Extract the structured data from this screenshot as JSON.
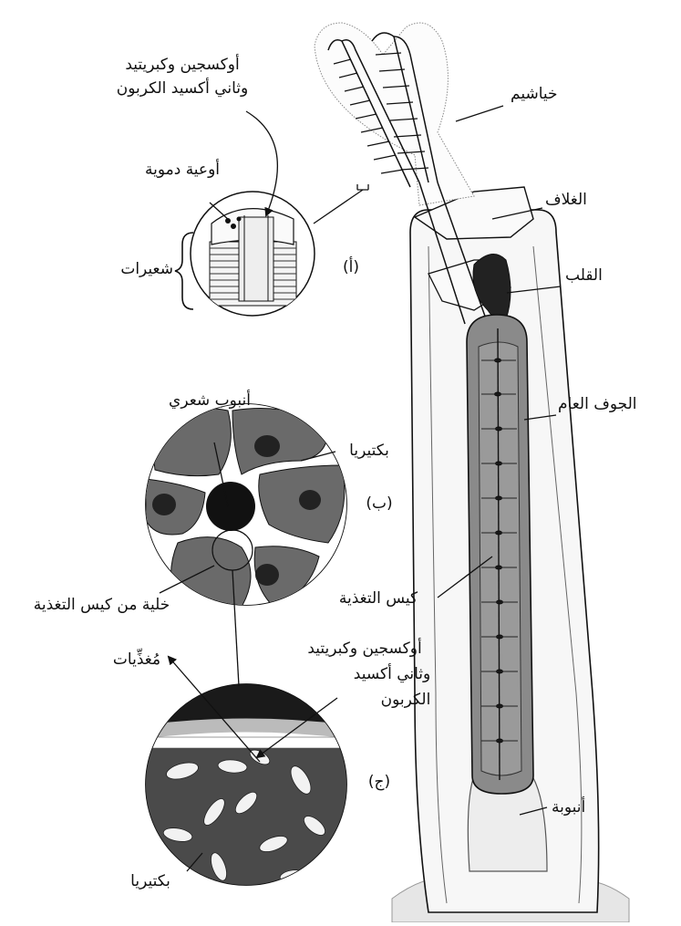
{
  "colors": {
    "ink": "#111111",
    "tube_fill": "#f7f7f7",
    "trophosome_fill": "#8a8a8a",
    "bacteria_fill": "#4a4a4a",
    "cell_fill": "#9a9a9a",
    "capillary_fill": "#1a1a1a",
    "bacteria_cell": "#f2f2f2"
  },
  "labels": {
    "top_gas_line1": "أوكسجين وكبريتيد",
    "top_gas_line2": "وثاني أكسيد الكربون",
    "blood_vessels": "أوعية دموية",
    "filaments": "شعيرات",
    "inset_a": "(أ)",
    "gills": "خياشيم",
    "sheath": "الغلاف",
    "heart": "القلب",
    "coelom": "الجوف العام",
    "capillary": "أنبوب شعري",
    "bacteria_b": "بكتيريا",
    "inset_b": "(ب)",
    "trophosome_cell": "خلية من كيس التغذية",
    "nutrients": "مُغذِّيات",
    "gas_c_line1": "أوكسجين وكبريتيد",
    "gas_c_line2": "وثاني أكسيد",
    "gas_c_line3": "الكربون",
    "inset_c": "(ج)",
    "trophosome": "كيس التغذية",
    "tube": "أنبوبة",
    "bacteria_c": "بكتيريا"
  },
  "icons": {
    "arrow": "arrow-icon",
    "brace": "curly-brace-icon"
  }
}
